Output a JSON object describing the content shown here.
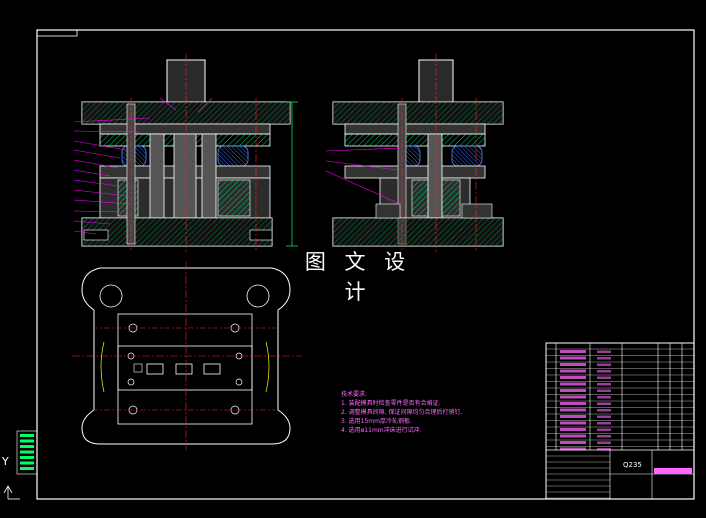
{
  "watermark": "图 文 设 计",
  "technical_notes": {
    "title": "技术要求:",
    "items": [
      "1. 装配模具时检查零件是否有合格证.",
      "2. 调整模具间隙, 保证间隙均匀合理后打销钉.",
      "3. 选用15mm厚冷轧钢板.",
      "4. 选用ø11mm冲床进行试冲."
    ]
  },
  "title_block": {
    "part_material": "Q235"
  },
  "ucs": {
    "axis_label": "Y"
  },
  "colors": {
    "background": "#000000",
    "frame": "#ffffff",
    "outline": "#ffffff",
    "center_line": "#ff2222",
    "hidden": "#ffff00",
    "hatch": "#00cc66",
    "leader": "#ff00ff",
    "body_fill": "#3a3a3a",
    "tool_fill": "#6a6a6a",
    "rubber_fill": "#2b6bbd",
    "notes_text": "#ff66ff"
  }
}
